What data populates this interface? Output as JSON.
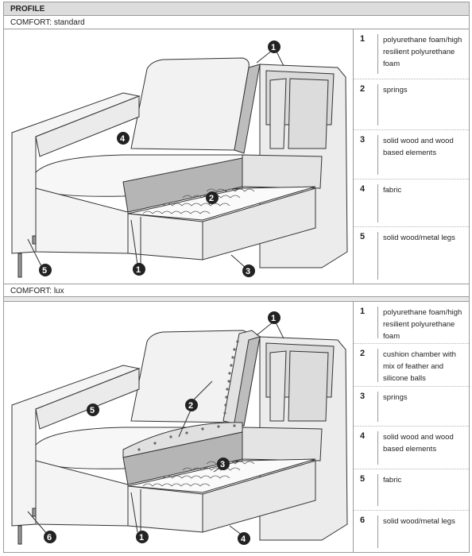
{
  "header": {
    "title": "PROFILE"
  },
  "sections": [
    {
      "title": "COMFORT: standard",
      "legend": [
        {
          "num": "1",
          "text": "polyurethane foam/high resilient polyurethane foam"
        },
        {
          "num": "2",
          "text": "springs"
        },
        {
          "num": "3",
          "text": "solid wood and wood based elements"
        },
        {
          "num": "4",
          "text": "fabric"
        },
        {
          "num": "5",
          "text": "solid wood/metal legs"
        }
      ],
      "callouts": [
        "1",
        "1",
        "2",
        "3",
        "4",
        "5"
      ]
    },
    {
      "title": "COMFORT: lux",
      "legend": [
        {
          "num": "1",
          "text": "polyurethane foam/high resilient polyurethane foam"
        },
        {
          "num": "2",
          "text": "cushion chamber with mix of feather and silicone balls"
        },
        {
          "num": "3",
          "text": "springs"
        },
        {
          "num": "4",
          "text": "solid wood and wood based elements"
        },
        {
          "num": "5",
          "text": "fabric"
        },
        {
          "num": "6",
          "text": "solid wood/metal legs"
        }
      ],
      "callouts": [
        "1",
        "1",
        "2",
        "3",
        "4",
        "5",
        "6"
      ]
    }
  ]
}
